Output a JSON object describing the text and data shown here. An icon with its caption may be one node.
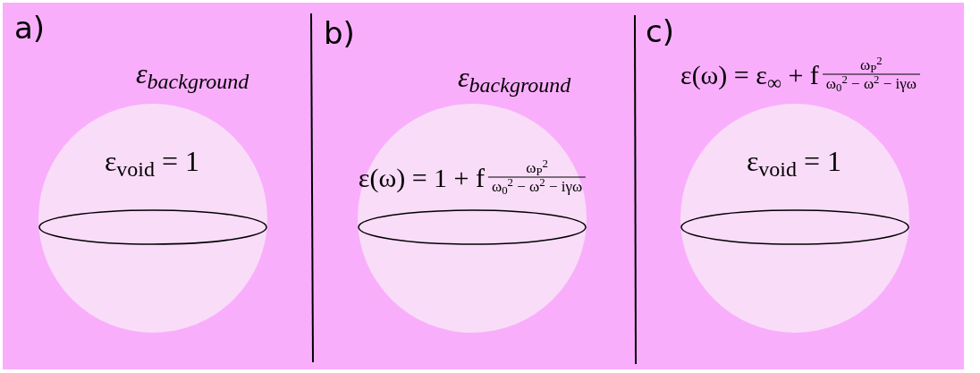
{
  "diagram": {
    "nodes": [
      {
        "text": [
          "ε$_{void}$ = 1"
        ]
      },
      {
        "text": [
          "ε(ω) = 1 + f",
          "ω$_{P}$$^{2}$",
          "ω$_{0}$$^{2}$ − ω$^{2}$ − iγω"
        ]
      },
      {
        "text": [
          "ε$_{void}$ = 1"
        ]
      },
      {
        "text": [
          "ε(ω) = ε$_{∞}$ + f",
          "ω$_{P}$$^{2}$",
          "ω$_{0}$$^{2}$ − ω$^{2}$ − iγω"
        ]
      }
    ],
    "labels": [
      "a)",
      "ε$_{background}$",
      "b)",
      "ε$_{background}$",
      "c)"
    ]
  }
}
